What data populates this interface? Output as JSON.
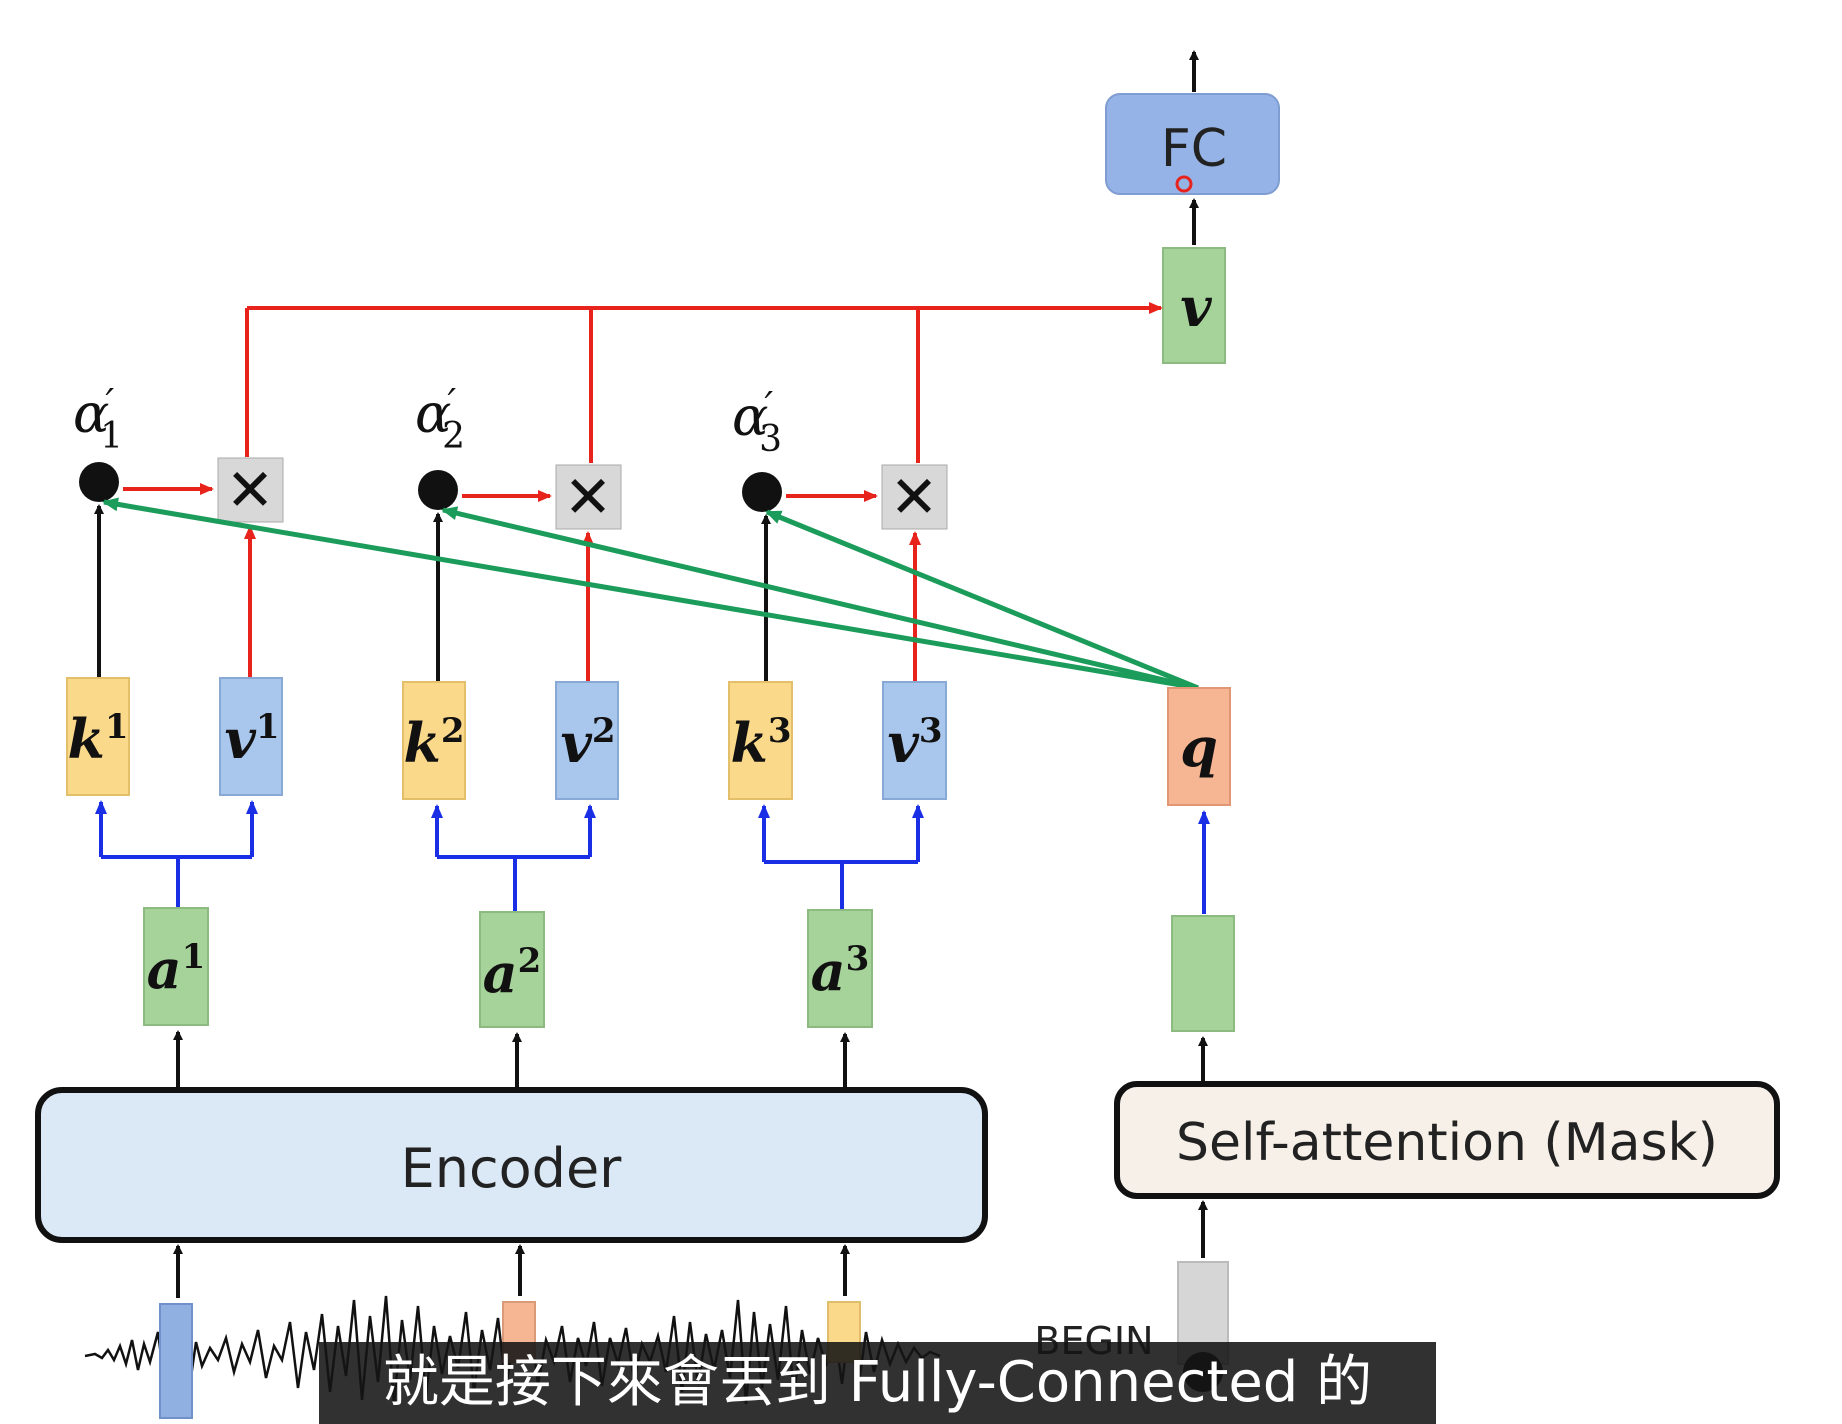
{
  "diagram": {
    "fc_label": "FC",
    "output_v_label": "v",
    "encoder_label": "Encoder",
    "self_attention_label": "Self-attention (Mask)",
    "begin_label": "BEGIN",
    "alphas": [
      {
        "base": "α",
        "prime": "′",
        "sub": "1"
      },
      {
        "base": "α",
        "prime": "′",
        "sub": "2"
      },
      {
        "base": "α",
        "prime": "′",
        "sub": "3"
      }
    ],
    "multiply_symbol": "✕",
    "keys": [
      {
        "base": "k",
        "sup": "1"
      },
      {
        "base": "k",
        "sup": "2"
      },
      {
        "base": "k",
        "sup": "3"
      }
    ],
    "values": [
      {
        "base": "v",
        "sup": "1"
      },
      {
        "base": "v",
        "sup": "2"
      },
      {
        "base": "v",
        "sup": "3"
      }
    ],
    "encoder_outputs": [
      {
        "base": "a",
        "sup": "1"
      },
      {
        "base": "a",
        "sup": "2"
      },
      {
        "base": "a",
        "sup": "3"
      }
    ],
    "query_label": "q",
    "colors": {
      "key_fill": "#fbd98a",
      "value_fill": "#a9c6ec",
      "encoder_out_fill": "#a6d39a",
      "query_fill": "#f7b693",
      "fc_fill": "#95b3e6",
      "encoder_fill": "#dbe8f6",
      "self_attention_fill": "#f6f0e8",
      "red_arrow": "#e8231c",
      "green_arrow": "#1c9c5a",
      "blue_arrow": "#1a2ee6",
      "black_arrow": "#111111"
    }
  },
  "subtitle": "就是接下來會丟到 Fully-Connected 的"
}
